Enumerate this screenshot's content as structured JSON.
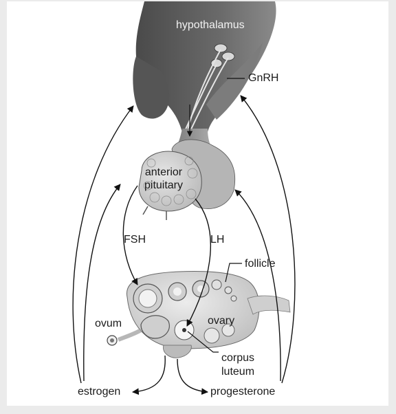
{
  "labels": {
    "hypothalamus": "hypothalamus",
    "gnrh": "GnRH",
    "anterior": "anterior",
    "pituitary": "pituitary",
    "fsh": "FSH",
    "lh": "LH",
    "follicle": "follicle",
    "ovary": "ovary",
    "ovum": "ovum",
    "corpus": "corpus",
    "luteum": "luteum",
    "estrogen": "estrogen",
    "progesterone": "progesterone"
  },
  "colors": {
    "background": "#ebebeb",
    "panel": "#ffffff",
    "brain_tissue": "#5a5a5a",
    "pituitary_tissue": "#cfcfcf",
    "ovary_tissue": "#d8d8d8",
    "arrow": "#111111"
  }
}
